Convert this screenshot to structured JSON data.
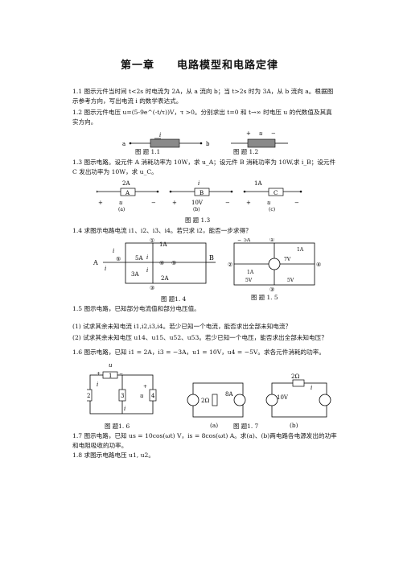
{
  "chapter": {
    "number": "第一章",
    "title": "电路模型和电路定律"
  },
  "problems": {
    "p1_1": "1.1  图示元件当时间 t<2s 时电流为 2A，从 a 流向 b；当 t>2s 时为 3A，从 b 流向 a。根据图示参考方向，写出电流 i 的数学表达式。",
    "p1_2": "1.2 图示元件电压 u=(5-9e^(-t/τ))V，τ  >0。分别求出  t=0  和  t→∞  时电压 u 的代数值及其真实方向。",
    "p1_3": "1.3  图示电路。设元件 A 消耗功率为 10W，求 u_A；设元件 B 消耗功率为 10W,求 i_B；设元件 C 发出功率为 10W，求 u_C。",
    "p1_4": "1.4 求图示电路电流 i1、i2、i3、i4。若只求 i2，能否一步求得？",
    "p1_5": "1.5  图示电路，已知部分电流值和部分电压值。",
    "p1_5_1": "(1)  试求其余未知电流 i1,i2,i3,i4。若少已知一个电流，能否求出全部未知电流？",
    "p1_5_2": "(2)  试求其余未知电压  u14、u15、u52、u53。若少已知一个电压，能否求出全部未知电压？",
    "p1_6": "1.6  图示电路，已知 i1 = 2A，i3 = −3A，u1 = 10V，u4 = −5V。求各元件消耗的功率。",
    "p1_7": "1.7  图示电路，已知 us = 10cos(ωt) V，is = 8cos(ωt) A。求(a)、(b)两电路各电源发出的功率和电阻吸收的功率。",
    "p1_8": "1.8  求图示电路电压 u1, u2。"
  },
  "figures": {
    "fig1_1": "图  题 1.1",
    "fig1_2": "图  题 1.2",
    "fig1_3": "图  题 1.3",
    "fig1_4": "图  题1. 4",
    "fig1_5": "图  题 1. 5",
    "fig1_6": "图  题1. 6",
    "fig1_7": "图  题1. 7",
    "sub_a": "(a)",
    "sub_b": "(b)",
    "sub_c": "(c)"
  },
  "labels": {
    "a": "a",
    "b": "b",
    "i": "i",
    "u": "u",
    "plus": "+",
    "minus": "−",
    "A": "A",
    "B": "B",
    "C": "C",
    "2A": "2A",
    "1A": "1A",
    "3A": "3A",
    "8A": "8A",
    "5A": "5A",
    "10V": "10V",
    "7V": "7V",
    "5V": "5V",
    "2ohm": "2Ω",
    "uA": "u",
    "uC": "u",
    "iB": "i",
    "us": "u",
    "is": "i",
    "n1": "①",
    "n2": "②",
    "n3": "③",
    "n4": "④",
    "n5": "⑤",
    "i1": "i",
    "i2": "i",
    "i3": "i",
    "i4": "i",
    "u1": "u",
    "u4": "u",
    "e1": "1",
    "e2": "2",
    "e3": "3",
    "e4": "4"
  }
}
